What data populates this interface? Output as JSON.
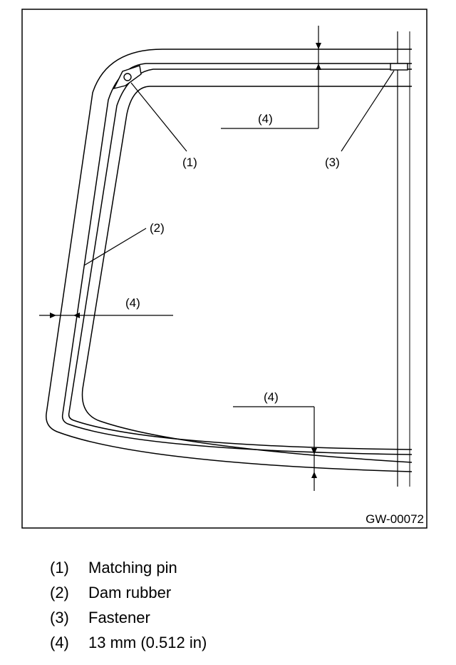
{
  "diagram": {
    "code": "GW-00072",
    "callouts": [
      {
        "id": "1",
        "text": "(1)"
      },
      {
        "id": "2",
        "text": "(2)"
      },
      {
        "id": "3",
        "text": "(3)"
      },
      {
        "id": "4",
        "text": "(4)"
      }
    ]
  },
  "legend": [
    {
      "num": "(1)",
      "text": "Matching pin"
    },
    {
      "num": "(2)",
      "text": "Dam rubber"
    },
    {
      "num": "(3)",
      "text": "Fastener"
    },
    {
      "num": "(4)",
      "text": "13 mm (0.512 in)"
    }
  ]
}
